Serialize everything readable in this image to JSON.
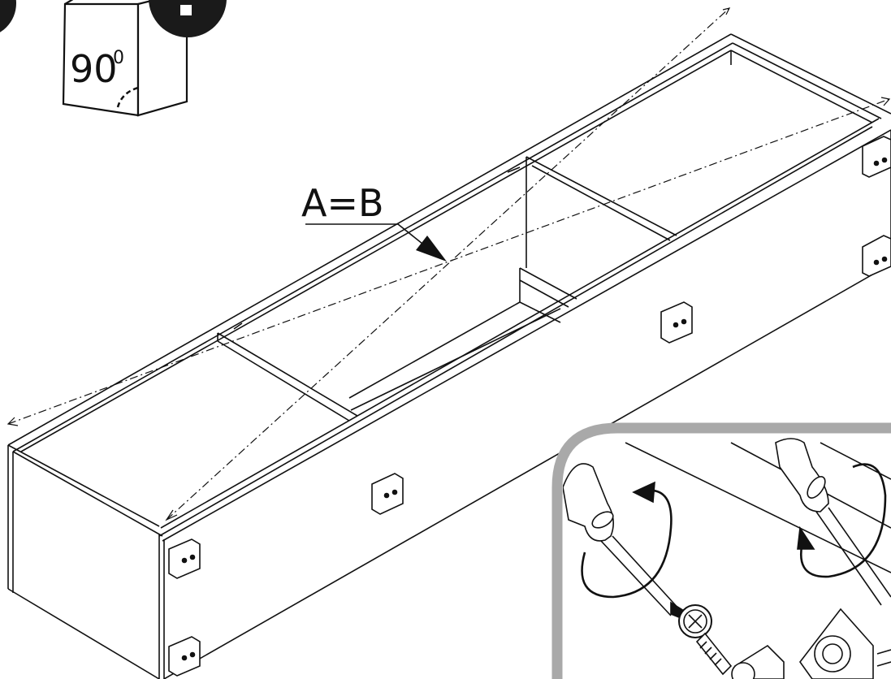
{
  "square_check": {
    "angle_value": "90",
    "angle_unit": "0"
  },
  "diagonal_check": {
    "label": "A=B"
  },
  "colors": {
    "stroke": "#111111",
    "paper": "#ffffff",
    "badge": "#1a1a1a",
    "detail_frame": "#a9a9a9"
  },
  "icons": [
    "rotate-cw-arrow-icon",
    "phillips-screw-icon",
    "screwdriver-icon"
  ]
}
